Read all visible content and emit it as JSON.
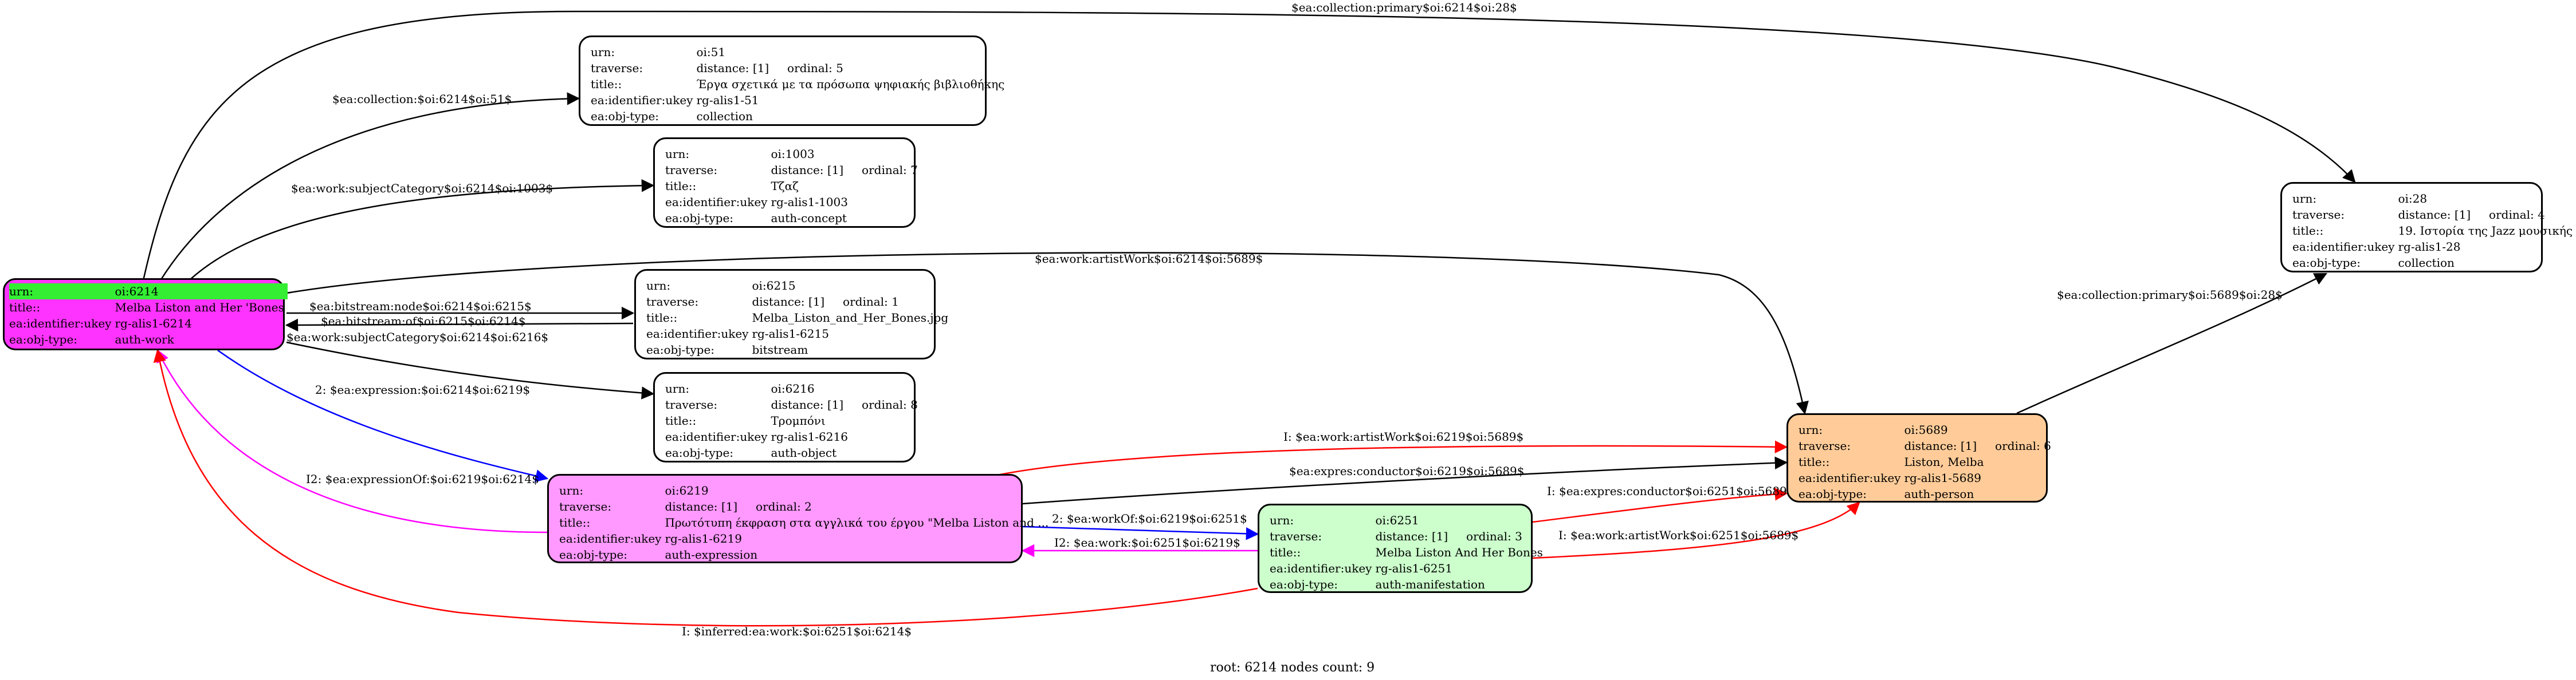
{
  "nodes": {
    "n6214": {
      "urn": "oi:6214",
      "title": "Melba Liston and Her 'Bones",
      "ukey": "rg-alis1-6214",
      "objtype": "auth-work",
      "fill": "#ff33ff"
    },
    "n51": {
      "urn": "oi:51",
      "traverse_distance": "distance: [1]",
      "traverse_ordinal": "ordinal: 5",
      "title": "Έργα σχετικά με τα πρόσωπα ψηφιακής βιβλιοθήκης",
      "ukey": "rg-alis1-51",
      "objtype": "collection",
      "fill": "#ffffff"
    },
    "n1003": {
      "urn": "oi:1003",
      "traverse_distance": "distance: [1]",
      "traverse_ordinal": "ordinal: 7",
      "title": "Τζαζ",
      "ukey": "rg-alis1-1003",
      "objtype": "auth-concept",
      "fill": "#ffffff"
    },
    "n6215": {
      "urn": "oi:6215",
      "traverse_distance": "distance: [1]",
      "traverse_ordinal": "ordinal: 1",
      "title": "Melba_Liston_and_Her_Bones.jpg",
      "ukey": "rg-alis1-6215",
      "objtype": "bitstream",
      "fill": "#ffffff"
    },
    "n6216": {
      "urn": "oi:6216",
      "traverse_distance": "distance: [1]",
      "traverse_ordinal": "ordinal: 8",
      "title": "Τρομπόνι",
      "ukey": "rg-alis1-6216",
      "objtype": "auth-object",
      "fill": "#ffffff"
    },
    "n6219": {
      "urn": "oi:6219",
      "traverse_distance": "distance: [1]",
      "traverse_ordinal": "ordinal: 2",
      "title": "Πρωτότυπη έκφραση στα αγγλικά του έργου \"Melba Liston and ...",
      "ukey": "rg-alis1-6219",
      "objtype": "auth-expression",
      "fill": "#ff99ff"
    },
    "n6251": {
      "urn": "oi:6251",
      "traverse_distance": "distance: [1]",
      "traverse_ordinal": "ordinal: 3",
      "title": "Melba Liston And Her Bones",
      "ukey": "rg-alis1-6251",
      "objtype": "auth-manifestation",
      "fill": "#ccffcc"
    },
    "n5689": {
      "urn": "oi:5689",
      "traverse_distance": "distance: [1]",
      "traverse_ordinal": "ordinal: 6",
      "title": "Liston, Melba",
      "ukey": "rg-alis1-5689",
      "objtype": "auth-person",
      "fill": "#ffcc99"
    },
    "n28": {
      "urn": "oi:28",
      "traverse_distance": "distance: [1]",
      "traverse_ordinal": "ordinal: 4",
      "title": "19. Ιστορία της Jazz μουσικής",
      "ukey": "rg-alis1-28",
      "objtype": "collection",
      "fill": "#ffffff"
    }
  },
  "field_labels": {
    "urn": "urn:",
    "traverse": "traverse:",
    "title": "title::",
    "ukey": "ea:identifier:ukey",
    "objtype": "ea:obj-type:"
  },
  "edges": {
    "e_primary_28": "$ea:collection:primary$oi:6214$oi:28$",
    "e_coll_51": "$ea:collection:$oi:6214$oi:51$",
    "e_subj_1003": "$ea:work:subjectCategory$oi:6214$oi:1003$",
    "e_artist_5689": "$ea:work:artistWork$oi:6214$oi:5689$",
    "e_bitnode": "$ea:bitstream:node$oi:6214$oi:6215$",
    "e_bitof": "$ea:bitstream:of$oi:6215$oi:6214$",
    "e_subj_6216": "$ea:work:subjectCategory$oi:6214$oi:6216$",
    "e_expr": "2: $ea:expression:$oi:6214$oi:6219$",
    "e_exprof": "I2: $ea:expressionOf:$oi:6219$oi:6214$",
    "e_primary_5689_28": "$ea:collection:primary$oi:5689$oi:28$",
    "e_i_artist_6219": "I: $ea:work:artistWork$oi:6219$oi:5689$",
    "e_conductor_6219": "$ea:expres:conductor$oi:6219$oi:5689$",
    "e_workof": "2: $ea:workOf:$oi:6219$oi:6251$",
    "e_work_6251": "I2: $ea:work:$oi:6251$oi:6219$",
    "e_i_conductor_6251": "I: $ea:expres:conductor$oi:6251$oi:5689$",
    "e_i_artist_6251": "I: $ea:work:artistWork$oi:6251$oi:5689$",
    "e_inferred": "I: $inferred:ea:work:$oi:6251$oi:6214$"
  },
  "colors": {
    "black": "#000000",
    "red": "#ff0000",
    "blue": "#0000ff",
    "magenta": "#ff00ff"
  },
  "footer": "root: 6214 nodes count: 9"
}
